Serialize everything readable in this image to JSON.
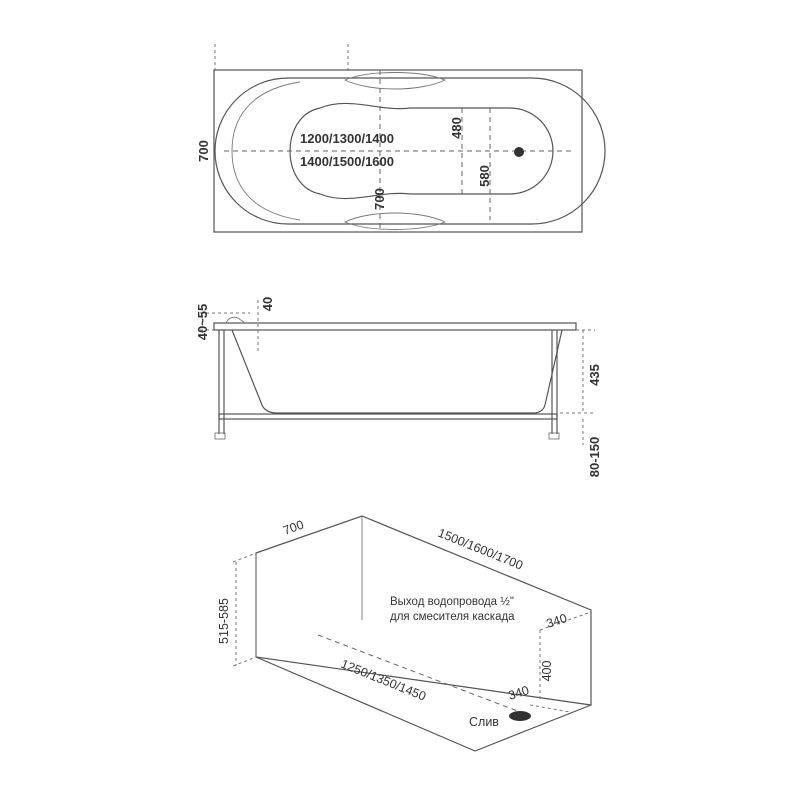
{
  "top_view": {
    "width_label": "700",
    "length_small": "1200/1300/1400",
    "length_large": "1400/1500/1600",
    "inner_dim_480": "480",
    "inner_dim_580": "580",
    "inner_dim_700": "700"
  },
  "side_view": {
    "rim_height": "40~55",
    "rim_thickness": "40",
    "depth": "435",
    "legs": "80-150"
  },
  "iso_view": {
    "depth_label": "700",
    "length_label": "1500/1600/1700",
    "height_label": "515-585",
    "floor_length_label": "1250/1350/1450",
    "offset_340_top": "340",
    "height_400": "400",
    "offset_340_bottom": "340",
    "water_note_line1": "Выход водопровода ½\"",
    "water_note_line2": "для смесителя каскада",
    "drain_label": "Слив"
  },
  "colors": {
    "line": "#555555",
    "text": "#333333",
    "background": "#ffffff"
  }
}
